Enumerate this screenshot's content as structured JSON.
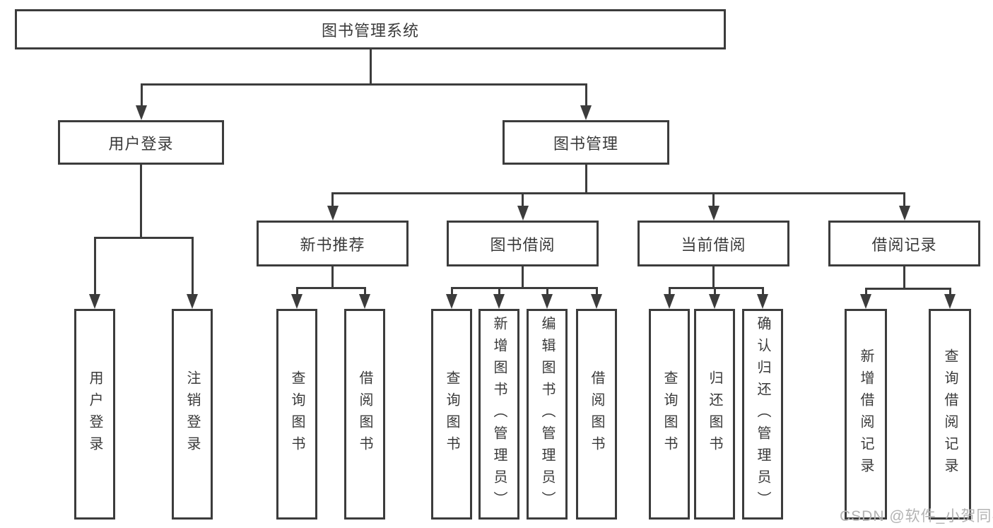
{
  "colors": {
    "line": "#3c3c3c",
    "text": "#3a3a3a",
    "box_bg": "#ffffff",
    "watermark": "#b3b3b3"
  },
  "watermark": {
    "text": "CSDN @软件_小贺同学"
  },
  "tree": {
    "label": "图书管理系统",
    "children": [
      {
        "label": "用户登录",
        "children": [
          {
            "label": "用户登录"
          },
          {
            "label": "注销登录"
          }
        ]
      },
      {
        "label": "图书管理",
        "children": [
          {
            "label": "新书推荐",
            "children": [
              {
                "label": "查询图书"
              },
              {
                "label": "借阅图书"
              }
            ]
          },
          {
            "label": "图书借阅",
            "children": [
              {
                "label": "查询图书"
              },
              {
                "label": "新增图书（管理员）"
              },
              {
                "label": "编辑图书（管理员）"
              },
              {
                "label": "借阅图书"
              }
            ]
          },
          {
            "label": "当前借阅",
            "children": [
              {
                "label": "查询图书"
              },
              {
                "label": "归还图书"
              },
              {
                "label": "确认归还（管理员）"
              }
            ]
          },
          {
            "label": "借阅记录",
            "children": [
              {
                "label": "新增借阅记录"
              },
              {
                "label": "查询借阅记录"
              }
            ]
          }
        ]
      }
    ]
  }
}
